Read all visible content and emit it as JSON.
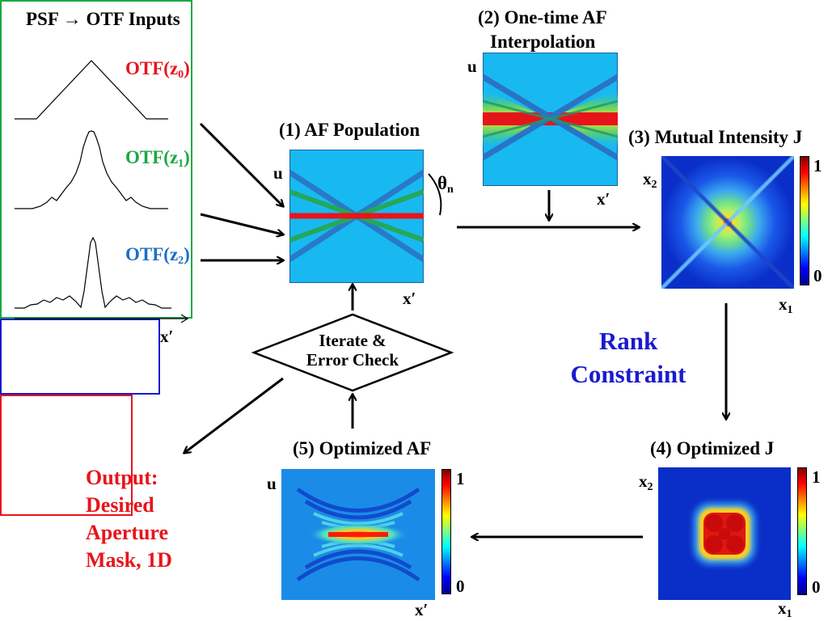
{
  "inputs": {
    "title": "PSF → OTF Inputs",
    "otf0_main": "OTF(z",
    "otf0_sub": "0",
    "otf0_close": ")",
    "otf1_main": "OTF(z",
    "otf1_sub": "1",
    "otf1_close": ")",
    "otf2_main": "OTF(z",
    "otf2_sub": "2",
    "otf2_close": ")",
    "xaxis": "x′"
  },
  "step1": {
    "title": "(1) AF Population",
    "ylabel": "u",
    "xlabel": "x′",
    "angle_main": "θ",
    "angle_sub": "n"
  },
  "step2": {
    "title_line1": "(2) One-time AF",
    "title_line2": "Interpolation",
    "ylabel": "u",
    "xlabel": "x′"
  },
  "step3": {
    "title": "(3) Mutual Intensity J",
    "ylabel_main": "x",
    "ylabel_sub": "2",
    "xlabel_main": "x",
    "xlabel_sub": "1",
    "cbar_max": "1",
    "cbar_min": "0"
  },
  "rank": {
    "line1": "Rank",
    "line2": "Constraint"
  },
  "step4": {
    "title": "(4) Optimized J",
    "ylabel_main": "x",
    "ylabel_sub": "2",
    "xlabel_main": "x",
    "xlabel_sub": "1",
    "cbar_max": "1",
    "cbar_min": "0"
  },
  "step5": {
    "title": "(5) Optimized AF",
    "ylabel": "u",
    "xlabel": "x′",
    "cbar_max": "1",
    "cbar_min": "0"
  },
  "iterate": {
    "line1": "Iterate &",
    "line2": "Error Check"
  },
  "output": {
    "line1": "Output:",
    "line2": "Desired",
    "line3": "Aperture",
    "line4": "Mask, 1D"
  },
  "colors": {
    "otf0": "#e8141c",
    "otf1": "#1aa845",
    "otf2": "#1c6fc4",
    "inputs_border": "#1aa845",
    "rank": "#1a1acd",
    "output": "#e8141c",
    "af_background": "#17b9f0"
  }
}
